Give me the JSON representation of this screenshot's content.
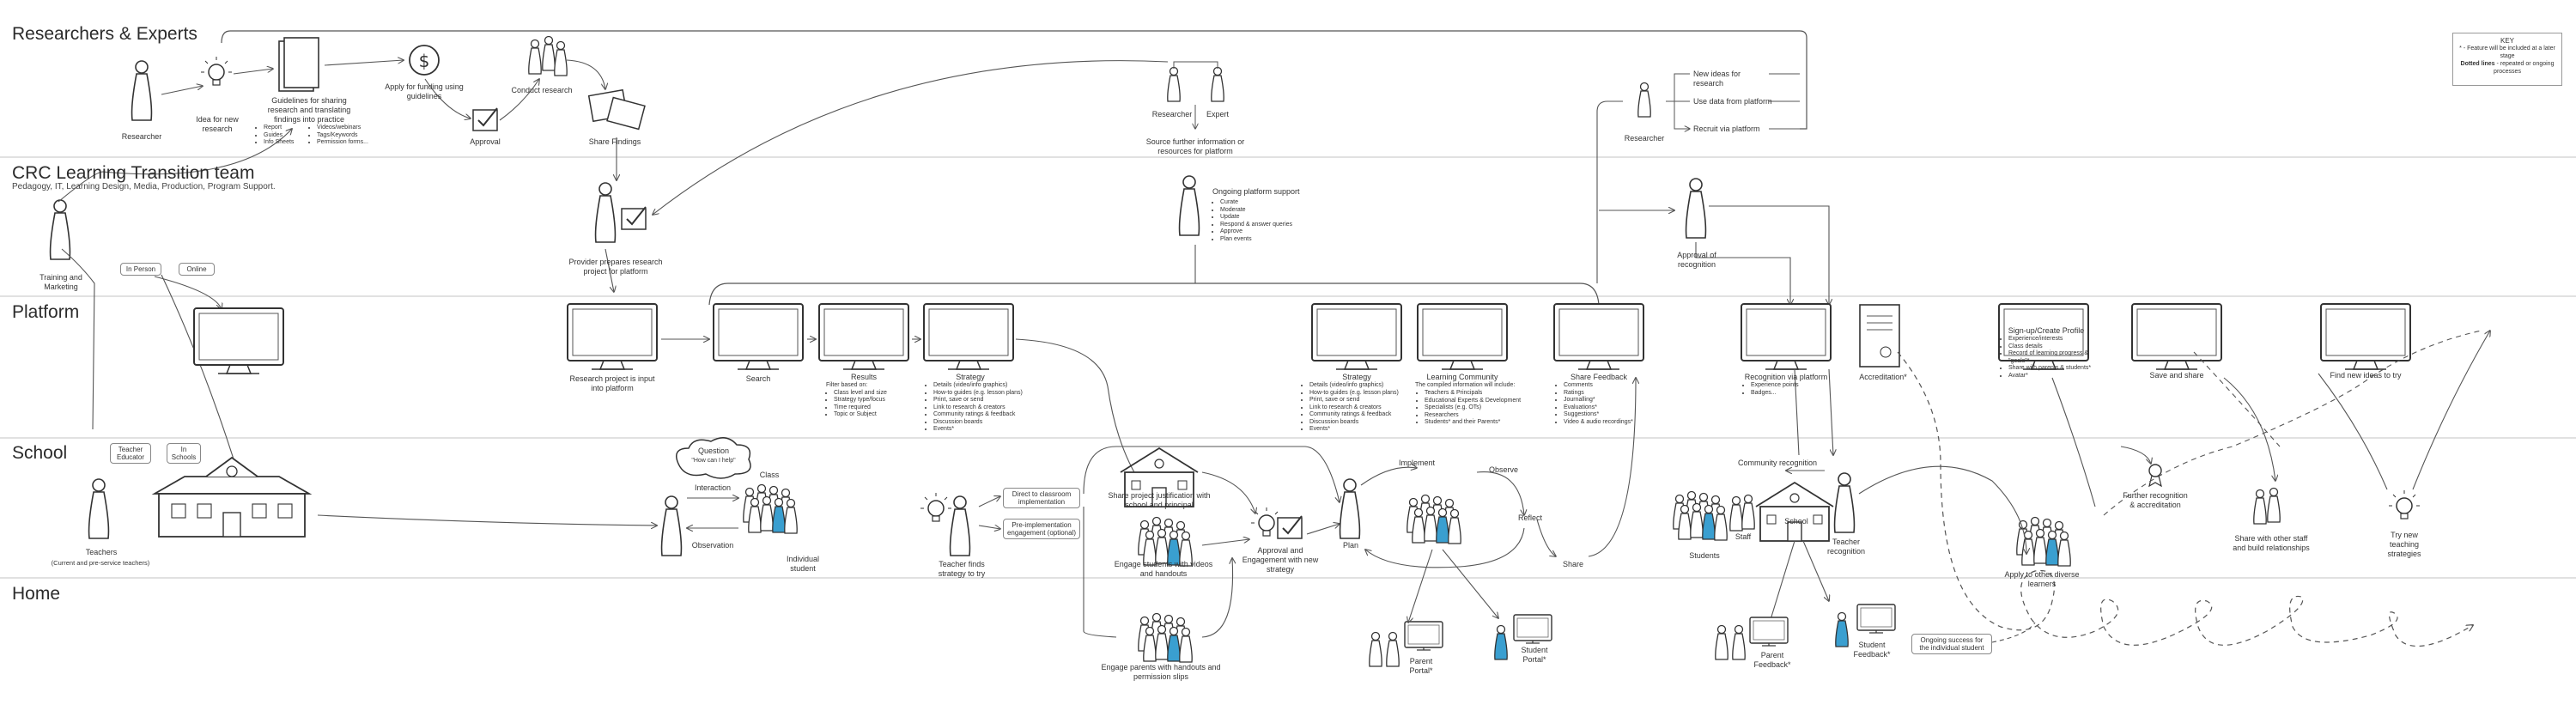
{
  "lanes": {
    "researchers": "Researchers & Experts",
    "crc": "CRC Learning Transition team",
    "crc_sub": "Pedagogy, IT, Learning Design, Media, Production, Program Support.",
    "platform": "Platform",
    "school": "School",
    "home": "Home"
  },
  "key": {
    "title": "KEY",
    "line1": "* - Feature will be included at a later stage",
    "line2_bold": "Dotted lines",
    "line2_rest": " - repeated or ongoing processes"
  },
  "researchers": {
    "researcher": "Researcher",
    "idea": "Idea for new research",
    "guidelines": "Guidelines for sharing research and translating findings into practice",
    "guidelines_list_a": [
      "Report",
      "Guides",
      "Info Sheets"
    ],
    "guidelines_list_b": [
      "Videos/webinars",
      "Tags/Keywords",
      "Permission forms..."
    ],
    "funding": "Apply for funding using guidelines",
    "approval": "Approval",
    "conduct": "Conduct research",
    "share": "Share Findings",
    "researcher2": "Researcher",
    "expert": "Expert",
    "source_info": "Source further information or resources for platform",
    "researcher3": "Researcher",
    "new_ideas": "New ideas for research",
    "use_data": "Use data from platform",
    "recruit": "Recruit via platform"
  },
  "crc": {
    "training": "Training and Marketing",
    "in_person": "In Person",
    "online": "Online",
    "provider": "Provider prepares research project for platform",
    "ongoing": "Ongoing platform support",
    "ongoing_list": [
      "Curate",
      "Moderate",
      "Update",
      "Respond & answer queries",
      "Approve",
      "Plan events"
    ],
    "approval_recognition": "Approval of recognition"
  },
  "platform": {
    "research_input": "Research project is input into platform",
    "search": "Search",
    "results": "Results",
    "results_list": [
      "Filter based on:",
      "Class level and size",
      "Strategy type/focus",
      "Time required",
      "Topic or Subject"
    ],
    "strategy": "Strategy",
    "strategy_list": [
      "Details (video/info graphics)",
      "How-to guides (e.g. lesson plans)",
      "Print, save or send",
      "Link to research & creators",
      "Community ratings & feedback",
      "Discussion boards",
      "Events*"
    ],
    "strategy2": "Strategy",
    "strategy2_list": [
      "Details (video/info graphics)",
      "How-to guides (e.g. lesson plans)",
      "Print, save or send",
      "Link to research & creators",
      "Community ratings & feedback",
      "Discussion boards",
      "Events*"
    ],
    "learning_community": "Learning Community",
    "learning_community_intro": "The compiled information will include:",
    "learning_community_list": [
      "Teachers & Principals",
      "Educational Experts & Development",
      "Specialists (e.g. OTs)",
      "Researchers",
      "Students* and their Parents*"
    ],
    "share_feedback": "Share Feedback",
    "share_feedback_list": [
      "Comments",
      "Ratings",
      "Journalling*",
      "Evaluations*",
      "Suggestions*",
      "Video & audio recordings*"
    ],
    "recognition": "Recognition via platform",
    "recognition_list": [
      "Experience points",
      "Badges..."
    ],
    "accreditation": "Accreditation*",
    "signup": "Sign-up/Create Profile",
    "signup_list": [
      "Experience/interests",
      "Class details",
      "Record of learning progress & \"goals\"*",
      "Share with parents & students*",
      "Avatar*"
    ],
    "save_share": "Save and share",
    "find_ideas": "Find new ideas to try"
  },
  "school": {
    "teacher_educator": "Teacher Educator",
    "in_schools": "In Schools",
    "teachers": "Teachers",
    "teachers_sub": "(Current and pre-service teachers)",
    "question": "Question",
    "question_sub": "\"How can I help\"",
    "interaction": "Interaction",
    "class": "Class",
    "observation": "Observation",
    "individual_student": "Individual student",
    "teacher_finds": "Teacher finds strategy to try",
    "direct_implementation": "Direct to classroom implementation",
    "pre_implementation": "Pre-implementation engagement (optional)",
    "share_project": "Share project justification with school and principal",
    "engage_students": "Engage students with videos and handouts",
    "approval_engagement": "Approval and Engagement with new strategy",
    "plan": "Plan",
    "implement": "Implement",
    "observe": "Observe",
    "reflect": "Reflect",
    "share": "Share",
    "community_recognition": "Community recognition",
    "students": "Students",
    "staff": "Staff",
    "school": "School",
    "teacher_recognition": "Teacher recognition",
    "further_recognition": "Further recognition & accreditation",
    "apply_learners": "Apply to other diverse learners",
    "share_staff": "Share with other staff and build relationships",
    "try_strategies": "Try new teaching strategies"
  },
  "home": {
    "engage_parents": "Engage parents with handouts and permission slips",
    "parent_portal": "Parent Portal*",
    "student_portal": "Student Portal*",
    "parent_feedback": "Parent Feedback*",
    "student_feedback": "Student Feedback*",
    "ongoing_success": "Ongoing success for the individual student"
  }
}
